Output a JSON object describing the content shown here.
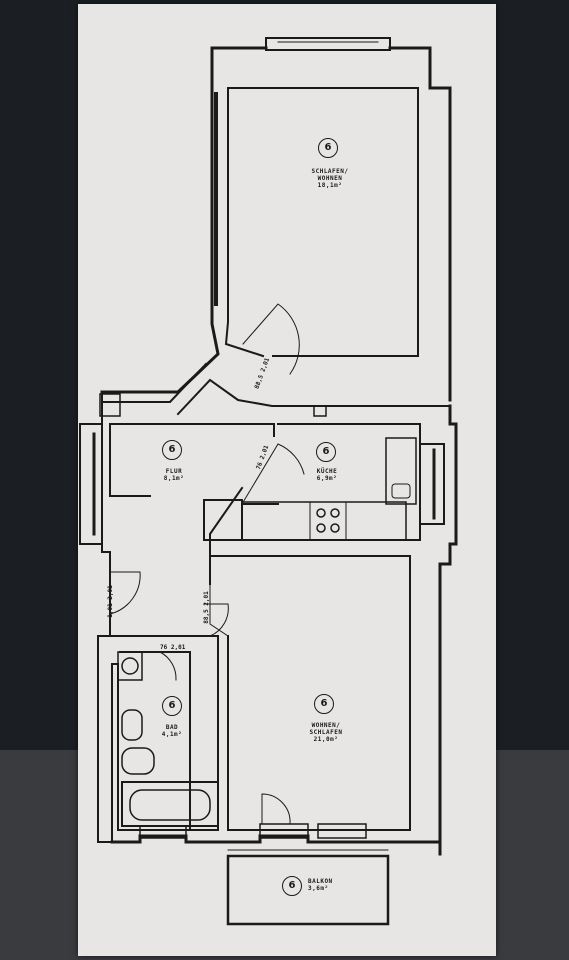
{
  "rooms": {
    "schlafen_wohnen": {
      "marker": "6",
      "name_line1": "SCHLAFEN/",
      "name_line2": "WOHNEN",
      "area": "18,1m²"
    },
    "flur": {
      "marker": "6",
      "name": "FLUR",
      "area": "8,1m²"
    },
    "kueche": {
      "marker": "6",
      "name": "KÜCHE",
      "area": "6,9m²"
    },
    "bad": {
      "marker": "6",
      "name": "BAD",
      "area": "4,1m²"
    },
    "wohnen_schlafen": {
      "marker": "6",
      "name_line1": "WOHNEN/",
      "name_line2": "SCHLAFEN",
      "area": "21,0m²"
    },
    "balkon": {
      "marker": "6",
      "name": "BALKON",
      "area": "3,6m²"
    }
  },
  "door_dims": {
    "d1_width": "88,5",
    "d1_height": "2,01",
    "d2_width": "76",
    "d2_height": "2,01",
    "d3_width": "1,01",
    "d3_height": "2,01",
    "d4_width": "88,5",
    "d4_height": "2,01",
    "d5_width": "76",
    "d5_height": "2,01"
  }
}
